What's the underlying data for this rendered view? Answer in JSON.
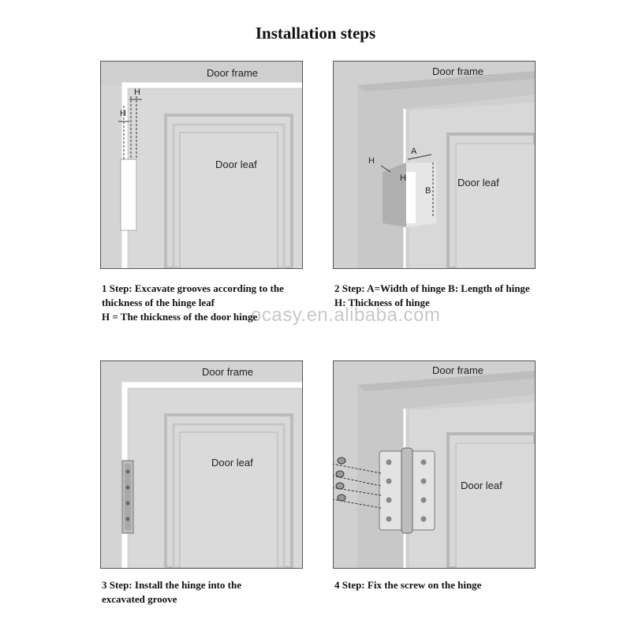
{
  "title": "Installation steps",
  "watermark": "ocasy.en.alibaba.com",
  "labels": {
    "door_frame": "Door frame",
    "door_leaf": "Door leaf",
    "h": "H",
    "a": "A",
    "b": "B"
  },
  "steps": [
    {
      "line1": "1 Step: Excavate grooves according to the",
      "line2": "thickness of the hinge leaf",
      "line3": "H = The thickness of the door hinge"
    },
    {
      "line1": "2 Step: A=Width of hinge B: Length of hinge",
      "line2": "H: Thickness of hinge"
    },
    {
      "line1": "3 Step: Install the hinge into the",
      "line2": "excavated groove"
    },
    {
      "line1": "4 Step: Fix the screw on the hinge"
    }
  ]
}
